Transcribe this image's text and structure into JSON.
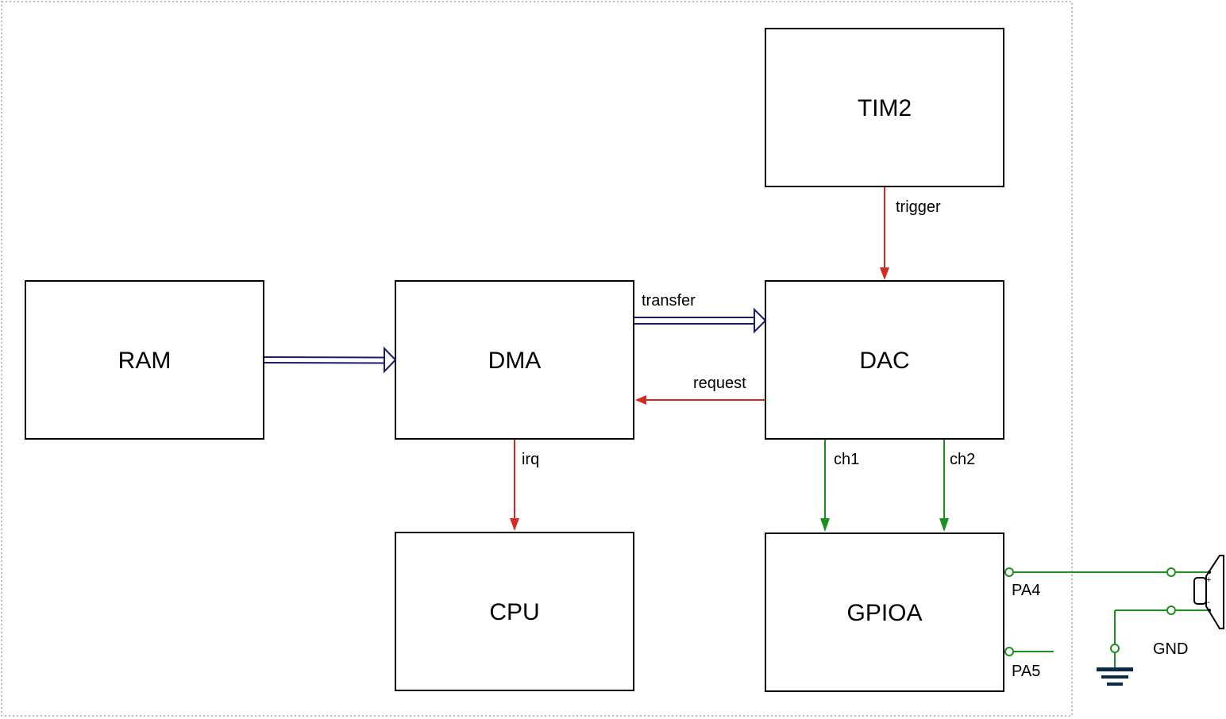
{
  "colors": {
    "data_bus": "#1a1a6e",
    "control": "#d42a20",
    "analog": "#1d8f1d",
    "ground": "#0b2a4a"
  },
  "blocks": {
    "ram": "RAM",
    "dma": "DMA",
    "dac": "DAC",
    "tim2": "TIM2",
    "cpu": "CPU",
    "gpioa": "GPIOA"
  },
  "connections": {
    "transfer": "transfer",
    "request": "request",
    "trigger": "trigger",
    "irq": "irq",
    "ch1": "ch1",
    "ch2": "ch2"
  },
  "pins": {
    "pa4": "PA4",
    "pa5": "PA5",
    "gnd": "GND",
    "speaker_plus": "+",
    "speaker_minus": "-"
  },
  "icons": {
    "speaker": "speaker-icon",
    "ground": "ground-symbol-icon"
  }
}
